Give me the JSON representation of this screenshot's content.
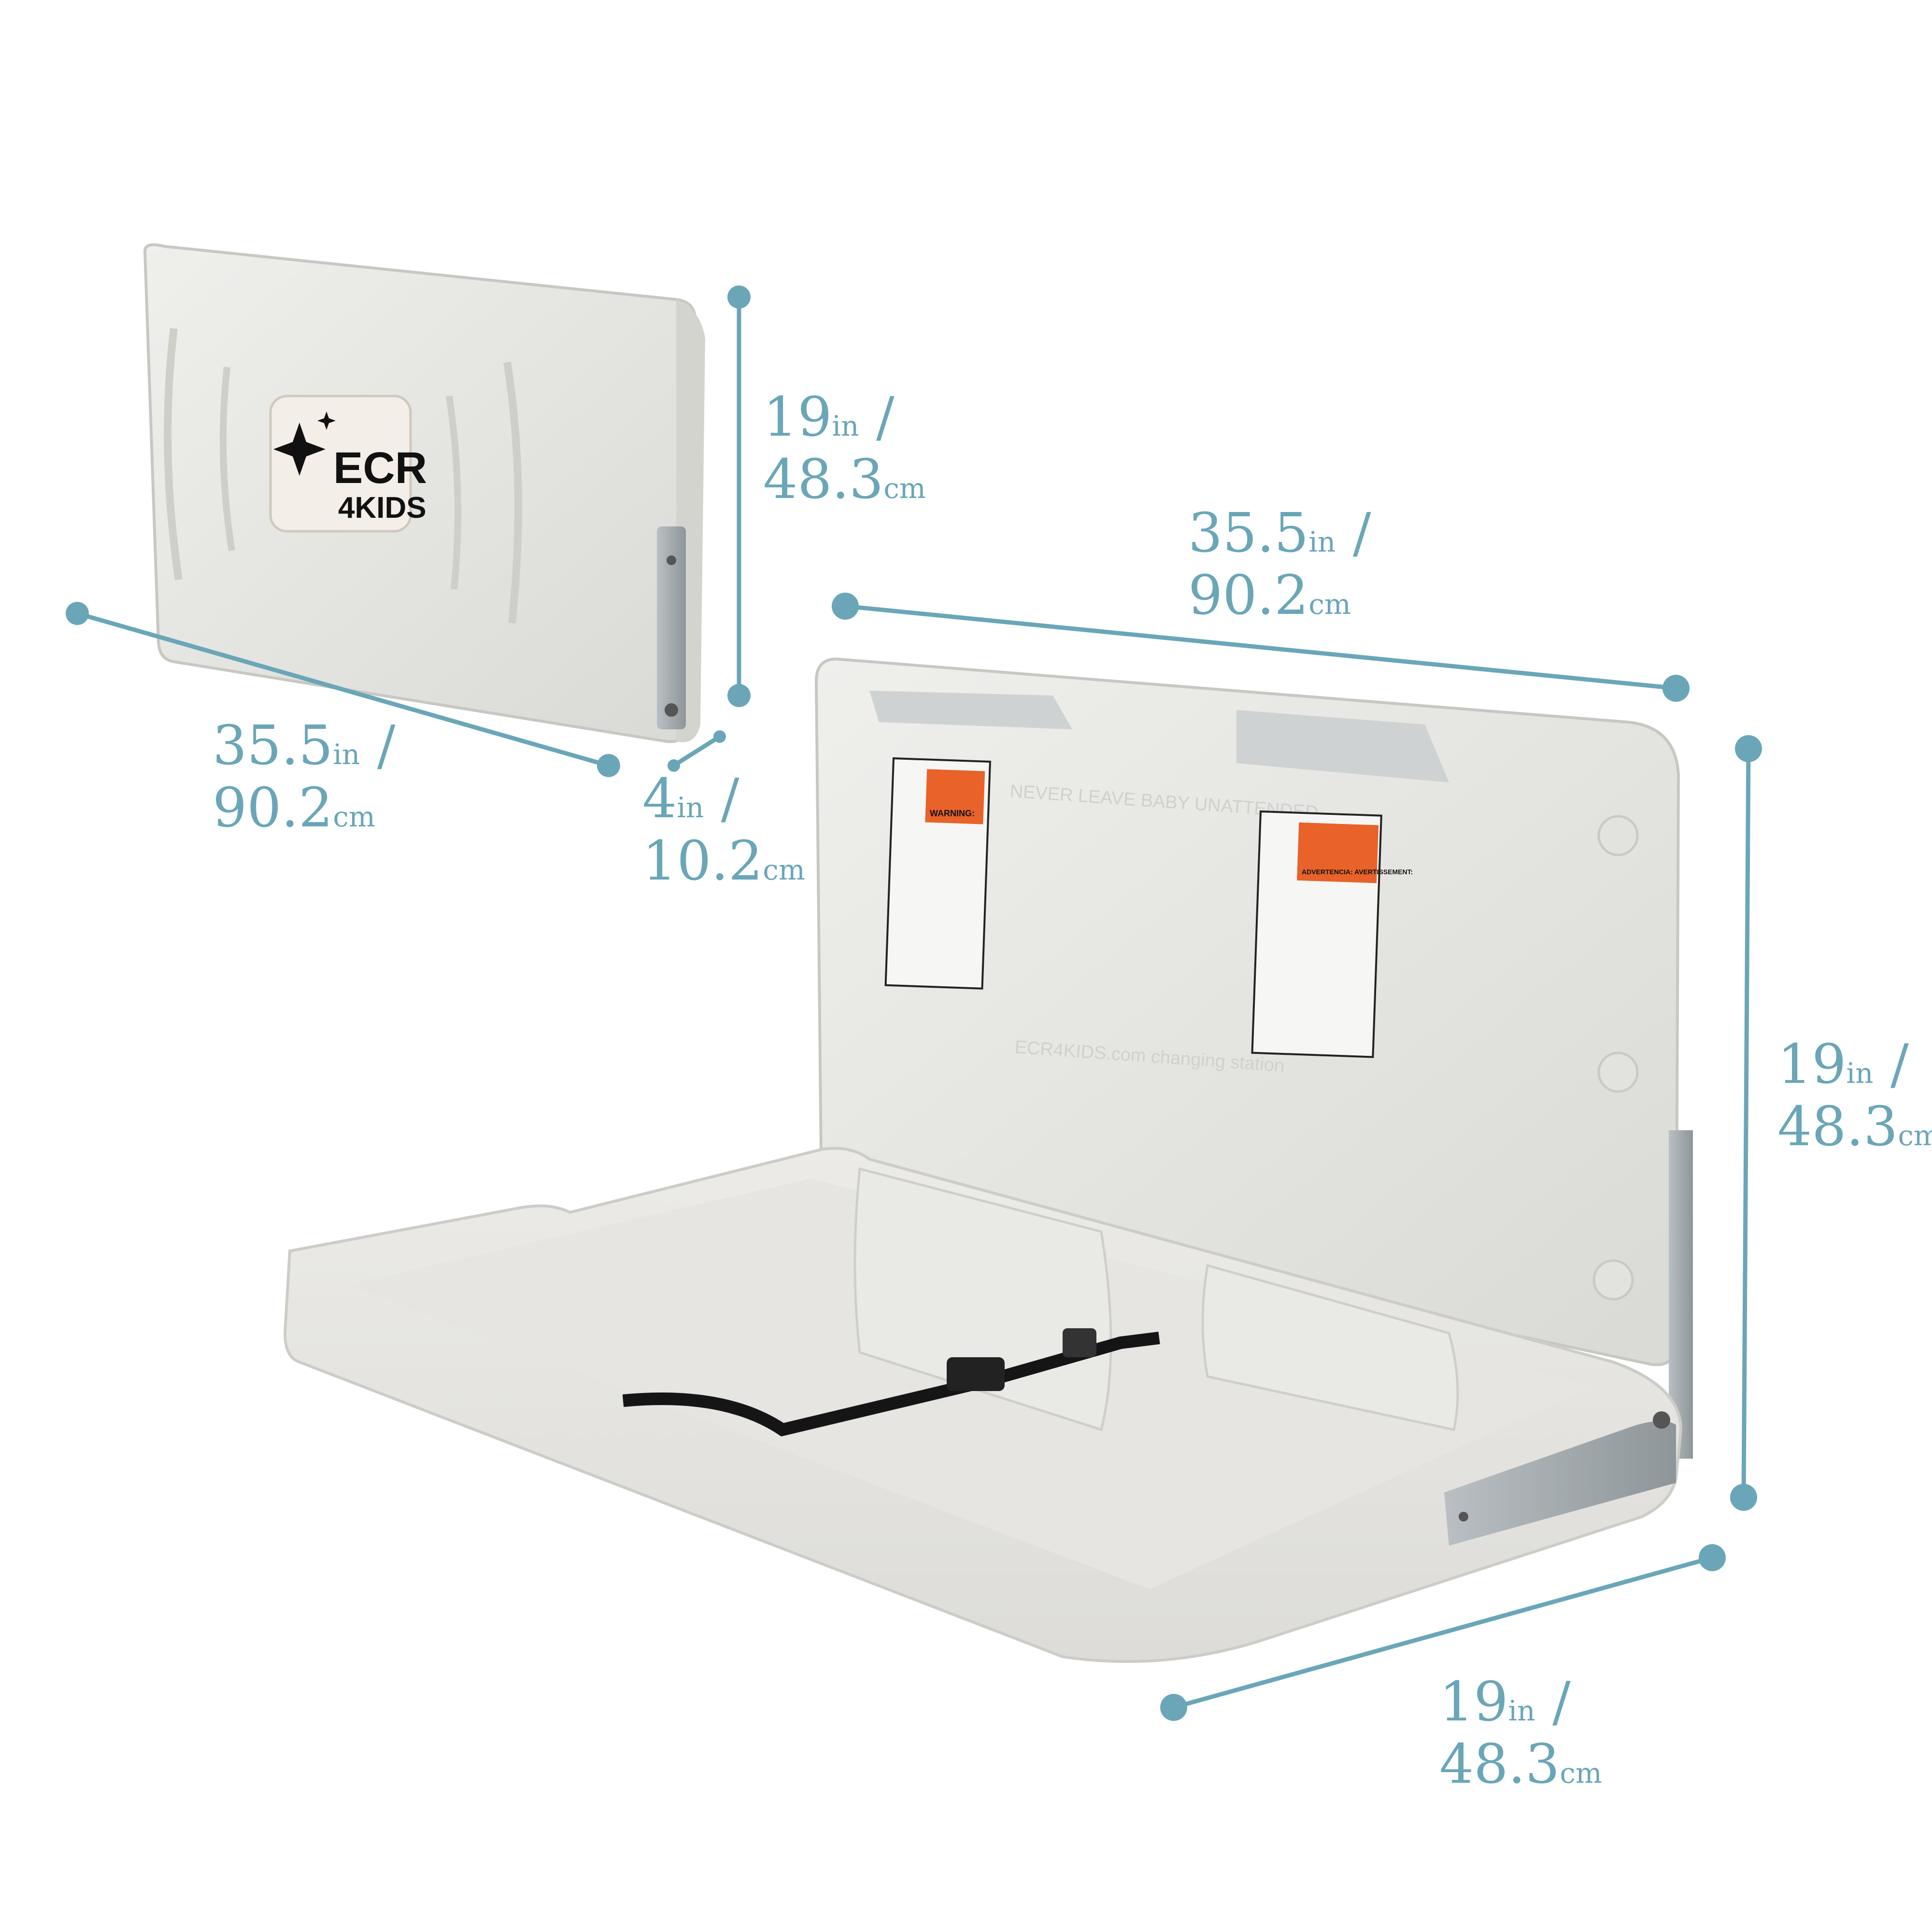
{
  "colors": {
    "dimension": "#6aa6b8",
    "plastic": "#e7e7e3",
    "warning": "#e8622a"
  },
  "logo": {
    "line1": "ECR",
    "line2": "4KIDS"
  },
  "closed_unit": {
    "height": {
      "value": "19",
      "unit": "in",
      "metric_value": "48.3",
      "metric_unit": "cm"
    },
    "width": {
      "value": "35.5",
      "unit": "in",
      "metric_value": "90.2",
      "metric_unit": "cm"
    },
    "depth": {
      "value": "4",
      "unit": "in",
      "metric_value": "10.2",
      "metric_unit": "cm"
    }
  },
  "open_unit": {
    "width": {
      "value": "35.5",
      "unit": "in",
      "metric_value": "90.2",
      "metric_unit": "cm"
    },
    "height": {
      "value": "19",
      "unit": "in",
      "metric_value": "48.3",
      "metric_unit": "cm"
    },
    "depth": {
      "value": "19",
      "unit": "in",
      "metric_value": "48.3",
      "metric_unit": "cm"
    }
  },
  "labels": {
    "warning_en": "WARNING:",
    "warning_es_fr": "ADVERTENCIA: AVERTISSEMENT:",
    "embossed_top": "NEVER LEAVE BABY UNATTENDED",
    "embossed_bottom": "ECR4KIDS.com changing station"
  }
}
